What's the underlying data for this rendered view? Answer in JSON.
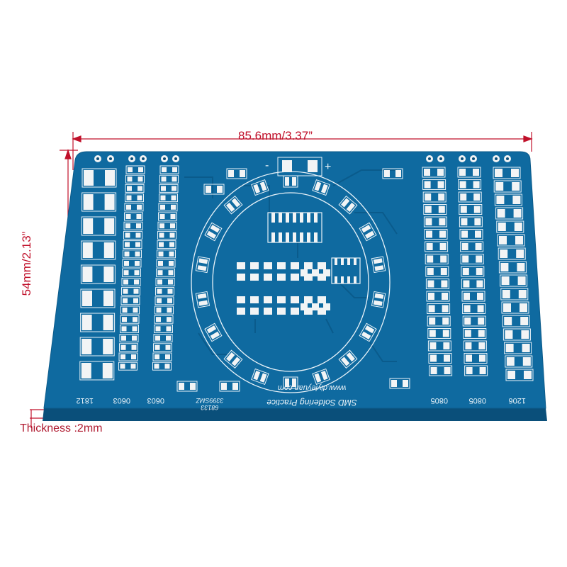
{
  "dimensions": {
    "width": "85.6mm/3.37”",
    "height": "54mm/2.13”",
    "thickness": "Thickness :2mm"
  },
  "board": {
    "title": "SMD Soldering Practice",
    "url": "www.diyleyuan.com",
    "code1": "3399SMZ",
    "code2": "68133",
    "column_labels": [
      "1812",
      "0603",
      "0603",
      "0805",
      "0805",
      "1206"
    ],
    "polarity": [
      "-",
      "+"
    ]
  },
  "colors": {
    "board": "#0f6aa0",
    "board_dark": "#0a4f7a",
    "pad": "#f2f4f5",
    "silkscreen": "#e8f2f8",
    "dimension": "#c0102a"
  }
}
